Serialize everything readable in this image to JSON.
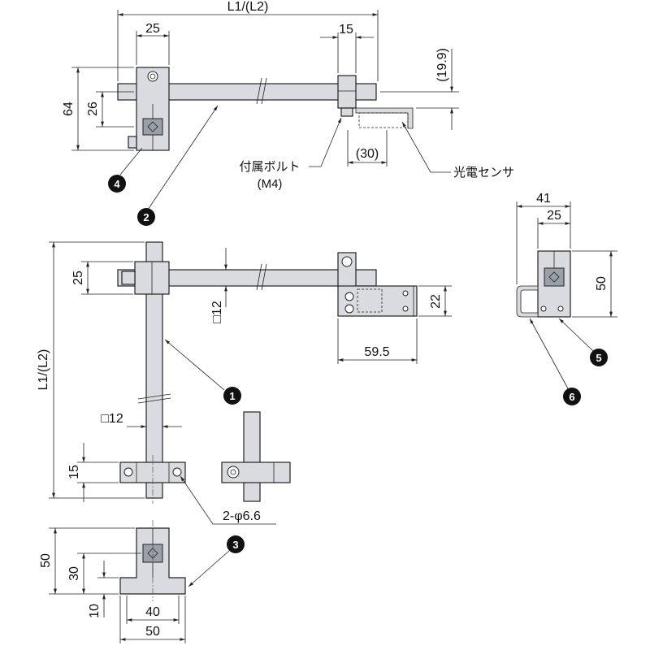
{
  "top_view": {
    "length_label": "L1/(L2)",
    "dim_25": "25",
    "dim_15": "15",
    "dim_19_9": "(19.9)",
    "dim_64": "64",
    "dim_26": "26",
    "dim_30": "(30)",
    "bolt_label": "付属ボルト",
    "bolt_spec": "(M4)",
    "sensor_label": "光電センサ"
  },
  "front_view": {
    "length_label": "L1/(L2)",
    "dim_25": "25",
    "dim_12_vertical": "□12",
    "dim_22": "22",
    "dim_59_5": "59.5",
    "dim_12_horizontal": "□12",
    "dim_15": "15",
    "hole_label": "2-φ6.6"
  },
  "base_view": {
    "dim_50_height": "50",
    "dim_30": "30",
    "dim_10": "10",
    "dim_40": "40",
    "dim_50_width": "50"
  },
  "side_view": {
    "dim_41": "41",
    "dim_25": "25",
    "dim_50": "50"
  },
  "badges": [
    "1",
    "2",
    "3",
    "4",
    "5",
    "6"
  ],
  "colors": {
    "part_fill": "#d9dbe0",
    "badge_fill": "#111111",
    "line": "#222222"
  }
}
